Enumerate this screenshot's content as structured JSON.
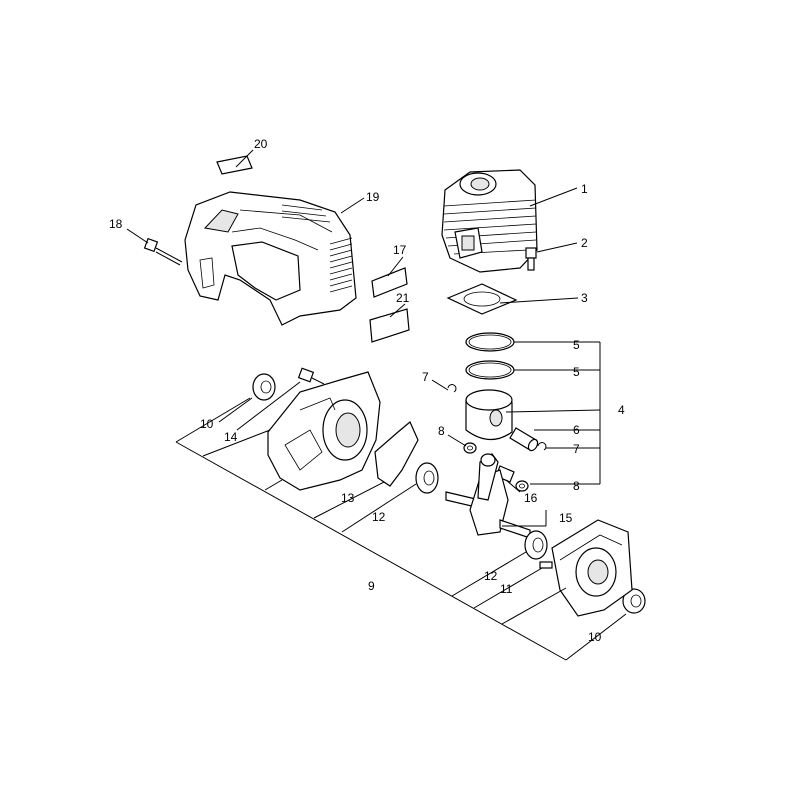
{
  "part_labels": {
    "p1": "1",
    "p2": "2",
    "p3": "3",
    "p4": "4",
    "p5a": "5",
    "p5b": "5",
    "p6": "6",
    "p7a": "7",
    "p7b": "7",
    "p8a": "8",
    "p8b": "8",
    "p9": "9",
    "p10a": "10",
    "p10b": "10",
    "p11": "11",
    "p12a": "12",
    "p12b": "12",
    "p13": "13",
    "p14": "14",
    "p15": "15",
    "p16": "16",
    "p17": "17",
    "p18": "18",
    "p19": "19",
    "p20": "20",
    "p21": "21"
  }
}
